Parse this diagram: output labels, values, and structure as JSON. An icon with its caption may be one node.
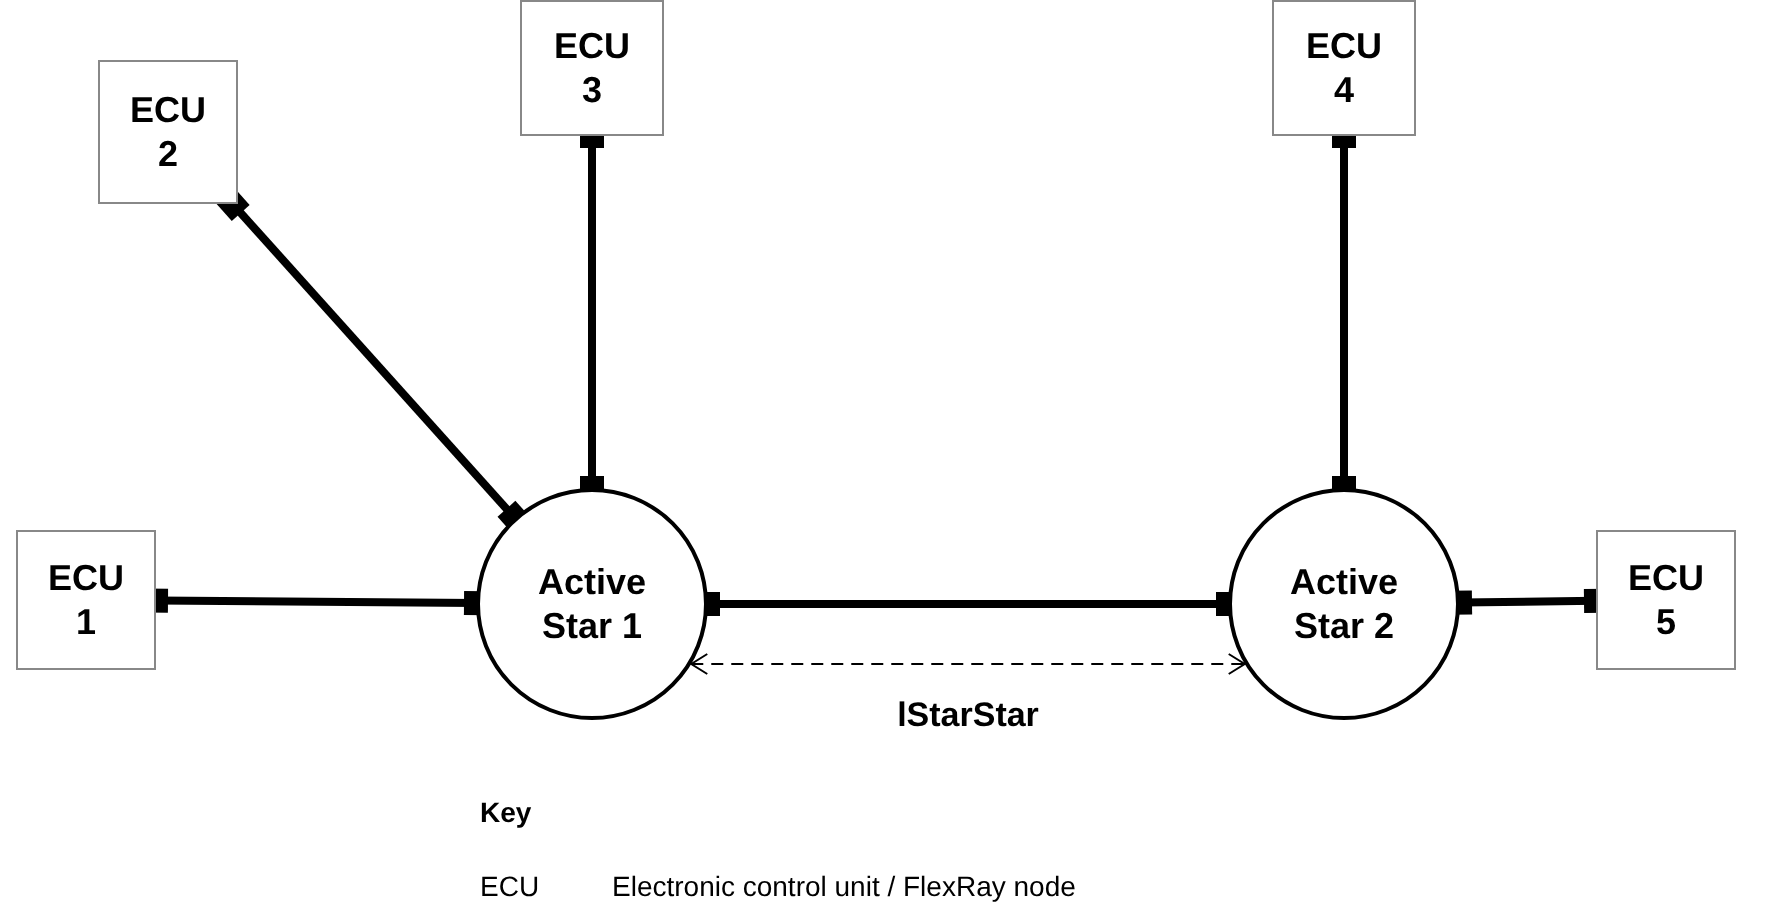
{
  "diagram": {
    "nodes": [
      {
        "text": [
          "ECU 2"
        ]
      },
      {
        "text": [
          "ECU 3"
        ]
      },
      {
        "text": [
          "ECU 4"
        ]
      },
      {
        "text": [
          "ECU 1"
        ]
      },
      {
        "text": [
          "Active Star 1"
        ]
      },
      {
        "text": [
          "Active Star 2"
        ]
      },
      {
        "text": [
          "ECU 5"
        ]
      }
    ],
    "edges": [
      {
        "from": 3,
        "to": 4,
        "arrow": "other"
      },
      {
        "from": 0,
        "to": 4,
        "arrow": "other"
      },
      {
        "from": 1,
        "to": 4,
        "arrow": "other"
      },
      {
        "from": 4,
        "to": 5,
        "arrow": "other"
      },
      {
        "from": 2,
        "to": 5,
        "arrow": "other"
      },
      {
        "from": 5,
        "to": 6,
        "arrow": "other"
      },
      {
        "from": 4,
        "to": 5,
        "arrow": "both",
        "style": "dashed",
        "label": "lStarStar"
      }
    ],
    "labels": [
      "Key",
      "ECU",
      "Electronic control unit / FlexRay node"
    ]
  }
}
